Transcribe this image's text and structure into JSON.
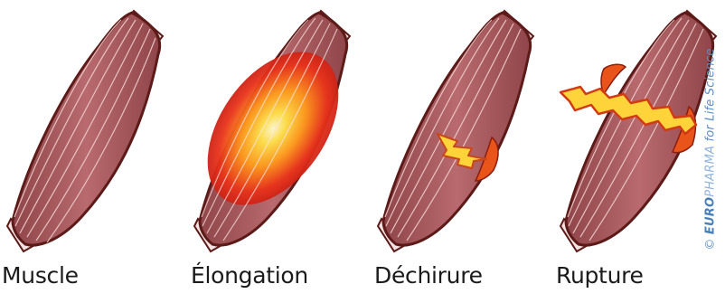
{
  "labels": [
    "Muscle",
    "Élongation",
    "Déchirure",
    "Rupture"
  ],
  "credit": {
    "prefix": "© ",
    "brand_bold": "EURO",
    "brand_light": "PHARMA",
    "suffix": " for Life Science"
  },
  "colors": {
    "muscle_fill": "#a85a5e",
    "muscle_light": "#c47b7f",
    "fiber": "#f2d4d2",
    "outline": "#5c1a18",
    "tendon": "#f3e3e2",
    "injury_orange": "#e8541a",
    "bolt_yellow": "#ffd43b"
  }
}
